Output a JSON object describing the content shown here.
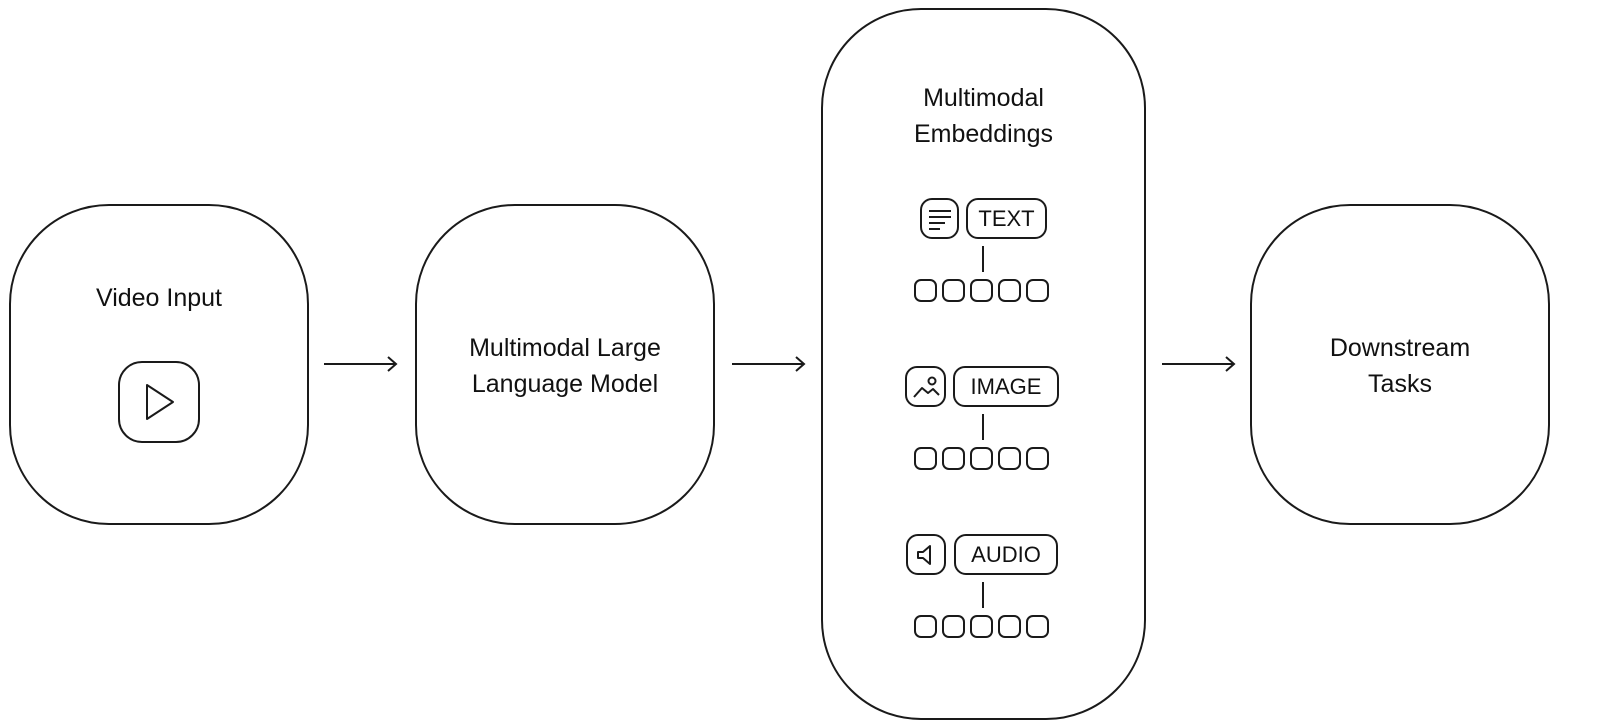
{
  "nodes": {
    "video_input": {
      "label": "Video Input",
      "icon": "play-icon"
    },
    "mllm": {
      "label_line1": "Multimodal Large",
      "label_line2": "Language Model"
    },
    "embeddings": {
      "label_line1": "Multimodal",
      "label_line2": "Embeddings",
      "modalities": [
        {
          "label": "TEXT",
          "icon": "text-lines-icon"
        },
        {
          "label": "IMAGE",
          "icon": "image-icon"
        },
        {
          "label": "AUDIO",
          "icon": "speaker-icon"
        }
      ]
    },
    "downstream": {
      "label_line1": "Downstream",
      "label_line2": "Tasks"
    }
  },
  "edges": [
    {
      "from": "Video Input",
      "to": "Multimodal Large Language Model"
    },
    {
      "from": "Multimodal Large Language Model",
      "to": "Multimodal Embeddings"
    },
    {
      "from": "Multimodal Embeddings",
      "to": "Downstream Tasks"
    }
  ],
  "colors": {
    "stroke": "#1a1a1a",
    "background": "#ffffff"
  }
}
